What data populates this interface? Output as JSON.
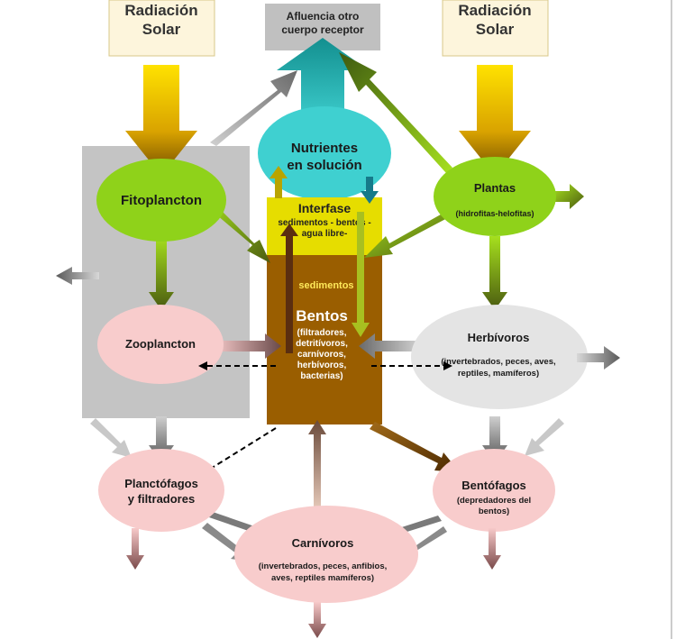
{
  "solar_left": [
    "Radiación",
    "Solar"
  ],
  "solar_right": [
    "Radiación",
    "Solar"
  ],
  "outflow": [
    "Afluencia otro",
    "cuerpo receptor"
  ],
  "nutrients": [
    "Nutrientes",
    "en solución"
  ],
  "fitoplancton": "Fitoplancton",
  "plantas": {
    "title": "Plantas",
    "subtitle": "(hidrofitas-helofitas)"
  },
  "interfase": {
    "title": "Interfase",
    "lines": [
      "sedimentos - bentos -",
      "agua libre-"
    ]
  },
  "sedimentos": "sedimentos",
  "bentos": {
    "title": "Bentos",
    "lines": [
      "(filtradores,",
      "detritívoros,",
      "carnívoros,",
      "herbívoros,",
      "bacterias)"
    ]
  },
  "zooplancton": "Zooplancton",
  "herbivoros": {
    "title": "Herbívoros",
    "lines": [
      "(invertebrados, peces, aves,",
      "reptiles, mamíferos)"
    ]
  },
  "planctofagos": [
    "Planctófagos",
    "y filtradores"
  ],
  "bentofagos": {
    "title": "Bentófagos",
    "lines": [
      "(depredadores del",
      "bentos)"
    ]
  },
  "carnivoros": {
    "title": "Carnívoros",
    "lines": [
      "(invertebrados, peces, anfibios,",
      "aves, reptiles mamíferos)"
    ]
  },
  "colors": {
    "solar_box": "#fdf5dc",
    "outflow_box": "#c0c0c0",
    "nutrients": "#3fd0d0",
    "green": "#8fd21a",
    "interfase": "#e6dd00",
    "bentos": "#9a5e00",
    "pink": "#f8cccc",
    "grey_panel": "#c4c4c4",
    "herbivoros": "#e4e4e4"
  }
}
